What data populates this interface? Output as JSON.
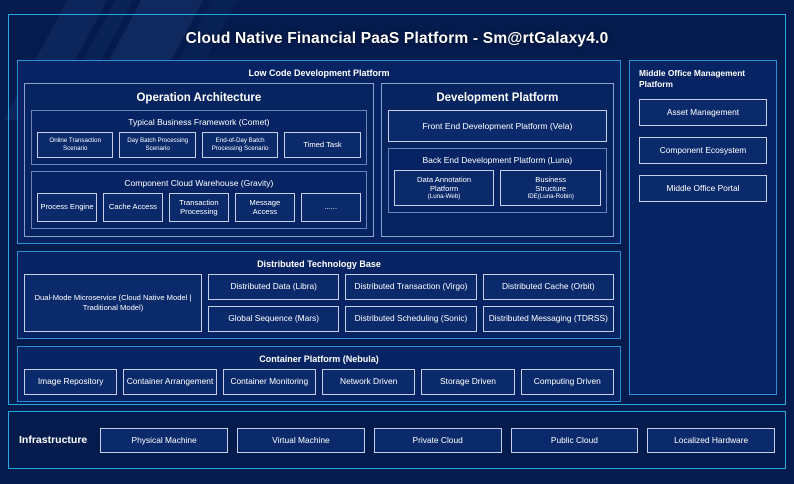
{
  "title": "Cloud Native Financial PaaS Platform - Sm@rtGalaxy4.0",
  "colors": {
    "background": "#041b4d",
    "frame_border": "#27a8e0",
    "panel_border": "#2b8fd4",
    "box_border": "#c6cde6",
    "box_fill": "#0a2a6b",
    "text": "#ffffff"
  },
  "low_code": {
    "title": "Low Code Development Platform",
    "operation_architecture": {
      "title": "Operation Architecture",
      "groups": [
        {
          "title": "Typical Business Framework (Comet)",
          "items": [
            "Online Transaction Scenario",
            "Day Batch Processing Scenario",
            "End-of-Day Batch Processing Scenario",
            "Timed Task"
          ]
        },
        {
          "title": "Component Cloud Warehouse (Gravity)",
          "items": [
            "Process Engine",
            "Cache Access",
            "Transaction Processing",
            "Message Access",
            "......"
          ]
        }
      ]
    },
    "development_platform": {
      "title": "Development Platform",
      "front_end": "Front End Development Platform (Vela)",
      "back_end": {
        "title": "Back End Development Platform (Luna)",
        "items": [
          {
            "line1": "Data Annotation",
            "line2": "Platform",
            "line3": "(Luna-Web)"
          },
          {
            "line1": "Business",
            "line2": "Structure",
            "line3": "IDE(Luna-Robin)"
          }
        ]
      }
    }
  },
  "middle_office": {
    "title": "Middle Office Management Platform",
    "items": [
      "Asset Management",
      "Component Ecosystem",
      "Middle Office Portal"
    ]
  },
  "distributed_technology_base": {
    "title": "Distributed Technology Base",
    "featured": "Dual-Mode Microservice (Cloud Native Model | Traditional Model)",
    "row1": [
      "Distributed Data (Libra)",
      "Distributed Transaction (Virgo)",
      "Distributed Cache (Orbit)"
    ],
    "row2": [
      "Global Sequence (Mars)",
      "Distributed Scheduling (Sonic)",
      "Distributed Messaging (TDRSS)"
    ]
  },
  "container_platform": {
    "title": "Container Platform (Nebula)",
    "items": [
      "Image Repository",
      "Container Arrangement",
      "Container Monitoring",
      "Network Driven",
      "Storage Driven",
      "Computing Driven"
    ]
  },
  "infrastructure": {
    "label": "Infrastructure",
    "items": [
      "Physical Machine",
      "Virtual Machine",
      "Private Cloud",
      "Public Cloud",
      "Localized Hardware"
    ]
  }
}
